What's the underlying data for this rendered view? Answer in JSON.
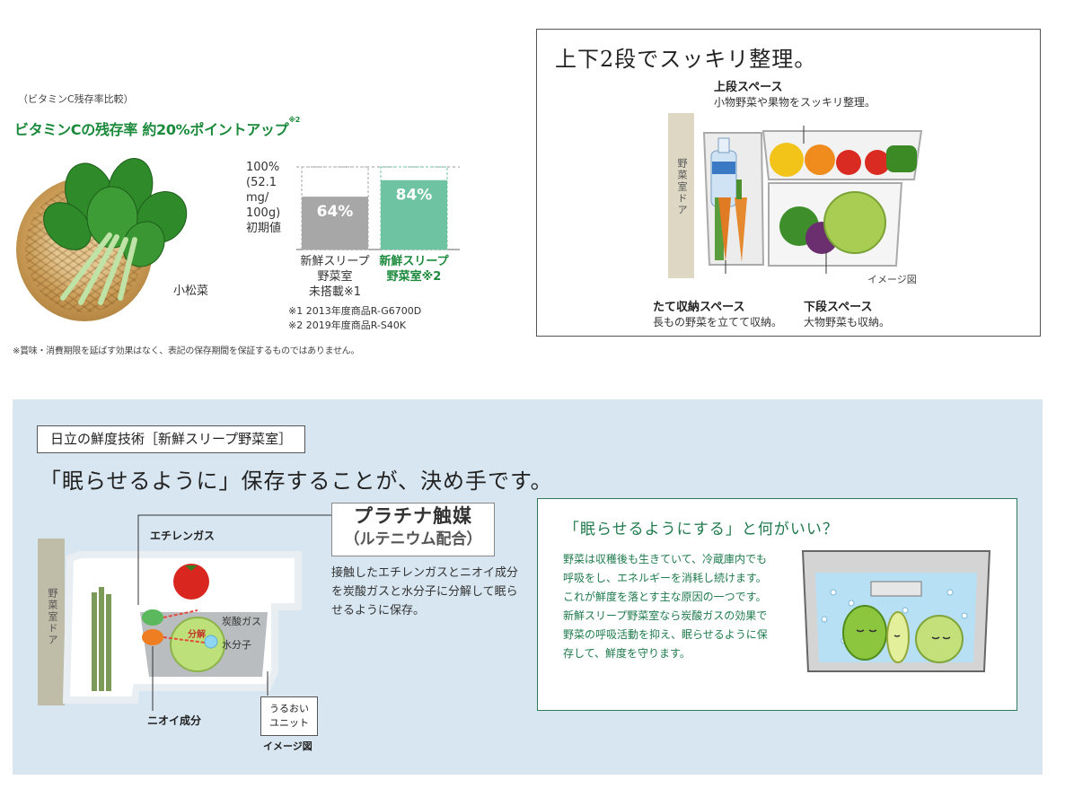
{
  "vitamin_c": {
    "caption": "（ビタミンC残存率比較）",
    "headline": "ビタミンCの残存率 約20%ポイントアップ",
    "headline_note": "※2",
    "produce_label": "小松菜",
    "initial_value_label": [
      "100%",
      "(52.1",
      "mg/",
      "100g)",
      "初期値"
    ],
    "notes": [
      "※1 2013年度商品R-G6700D",
      "※2 2019年度商品R-S40K"
    ],
    "disclaimer": "※賞味・消費期限を延ばす効果はなく、表記の保存期間を保証するものではありません。"
  },
  "chart_data": {
    "type": "bar",
    "categories": [
      "新鮮スリープ野菜室未搭載※1",
      "新鮮スリープ野菜室※2"
    ],
    "values": [
      64,
      84
    ],
    "value_labels": [
      "64%",
      "84%"
    ],
    "category_lines": [
      [
        "新鮮スリープ",
        "野菜室",
        "未搭載※1"
      ],
      [
        "新鮮スリープ",
        "野菜室※2"
      ]
    ],
    "ylim": [
      0,
      100
    ],
    "colors": [
      "#a7a7a7",
      "#6ec4a2"
    ],
    "category_colors": [
      "#333333",
      "#1b8a3c"
    ]
  },
  "tiers": {
    "title": "上下2段でスッキリ整理。",
    "upper_title": "上段スペース",
    "upper_desc": "小物野菜や果物をスッキリ整理。",
    "door_label": "野菜室ドア",
    "vertical_title": "たて収納スペース",
    "vertical_desc": "長もの野菜を立てて収納。",
    "lower_title": "下段スペース",
    "lower_desc": "大物野菜も収納。",
    "image_note": "イメージ図"
  },
  "technology": {
    "tag": "日立の鮮度技術［新鮮スリープ野菜室］",
    "headline": "「眠らせるように」保存することが、決め手です。",
    "door_label": "野菜室ドア",
    "ethylene_label": "エチレンガス",
    "odor_label": "ニオイ成分",
    "decomposition_label": "分解",
    "co2_label": "炭酸ガス",
    "water_label": "水分子",
    "moisture_unit": [
      "うるおい",
      "ユニット"
    ],
    "image_note": "イメージ図",
    "catalyst_line1": "プラチナ触媒",
    "catalyst_line2": "（ルテニウム配合）",
    "catalyst_desc": "接触したエチレンガスとニオイ成分を炭酸ガスと水分子に分解して眠らせるように保存。"
  },
  "info": {
    "title": "「眠らせるようにする」と何がいい？",
    "body": "野菜は収穫後も生きていて、冷蔵庫内でも呼吸をし、エネルギーを消耗し続けます。これが鮮度を落とす主な原因の一つです。新鮮スリープ野菜室なら炭酸ガスの効果で野菜の呼吸活動を抑え、眠らせるように保存して、鮮度を守ります。"
  }
}
